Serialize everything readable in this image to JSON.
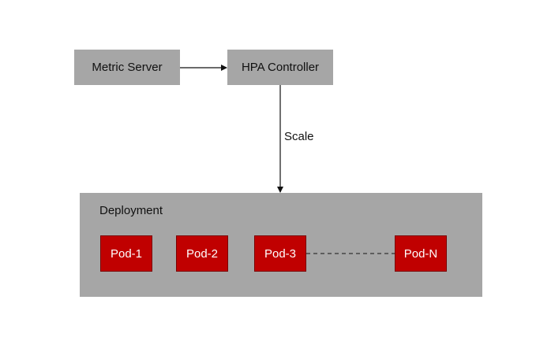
{
  "nodes": {
    "metric_server": "Metric Server",
    "hpa_controller": "HPA Controller",
    "deployment": "Deployment"
  },
  "edges": {
    "scale": "Scale"
  },
  "pods": [
    "Pod-1",
    "Pod-2",
    "Pod-3",
    "Pod-N"
  ],
  "colors": {
    "box_gray": "#a6a6a6",
    "pod_red": "#c00000",
    "pod_border": "#7a0000",
    "line": "#111111"
  }
}
